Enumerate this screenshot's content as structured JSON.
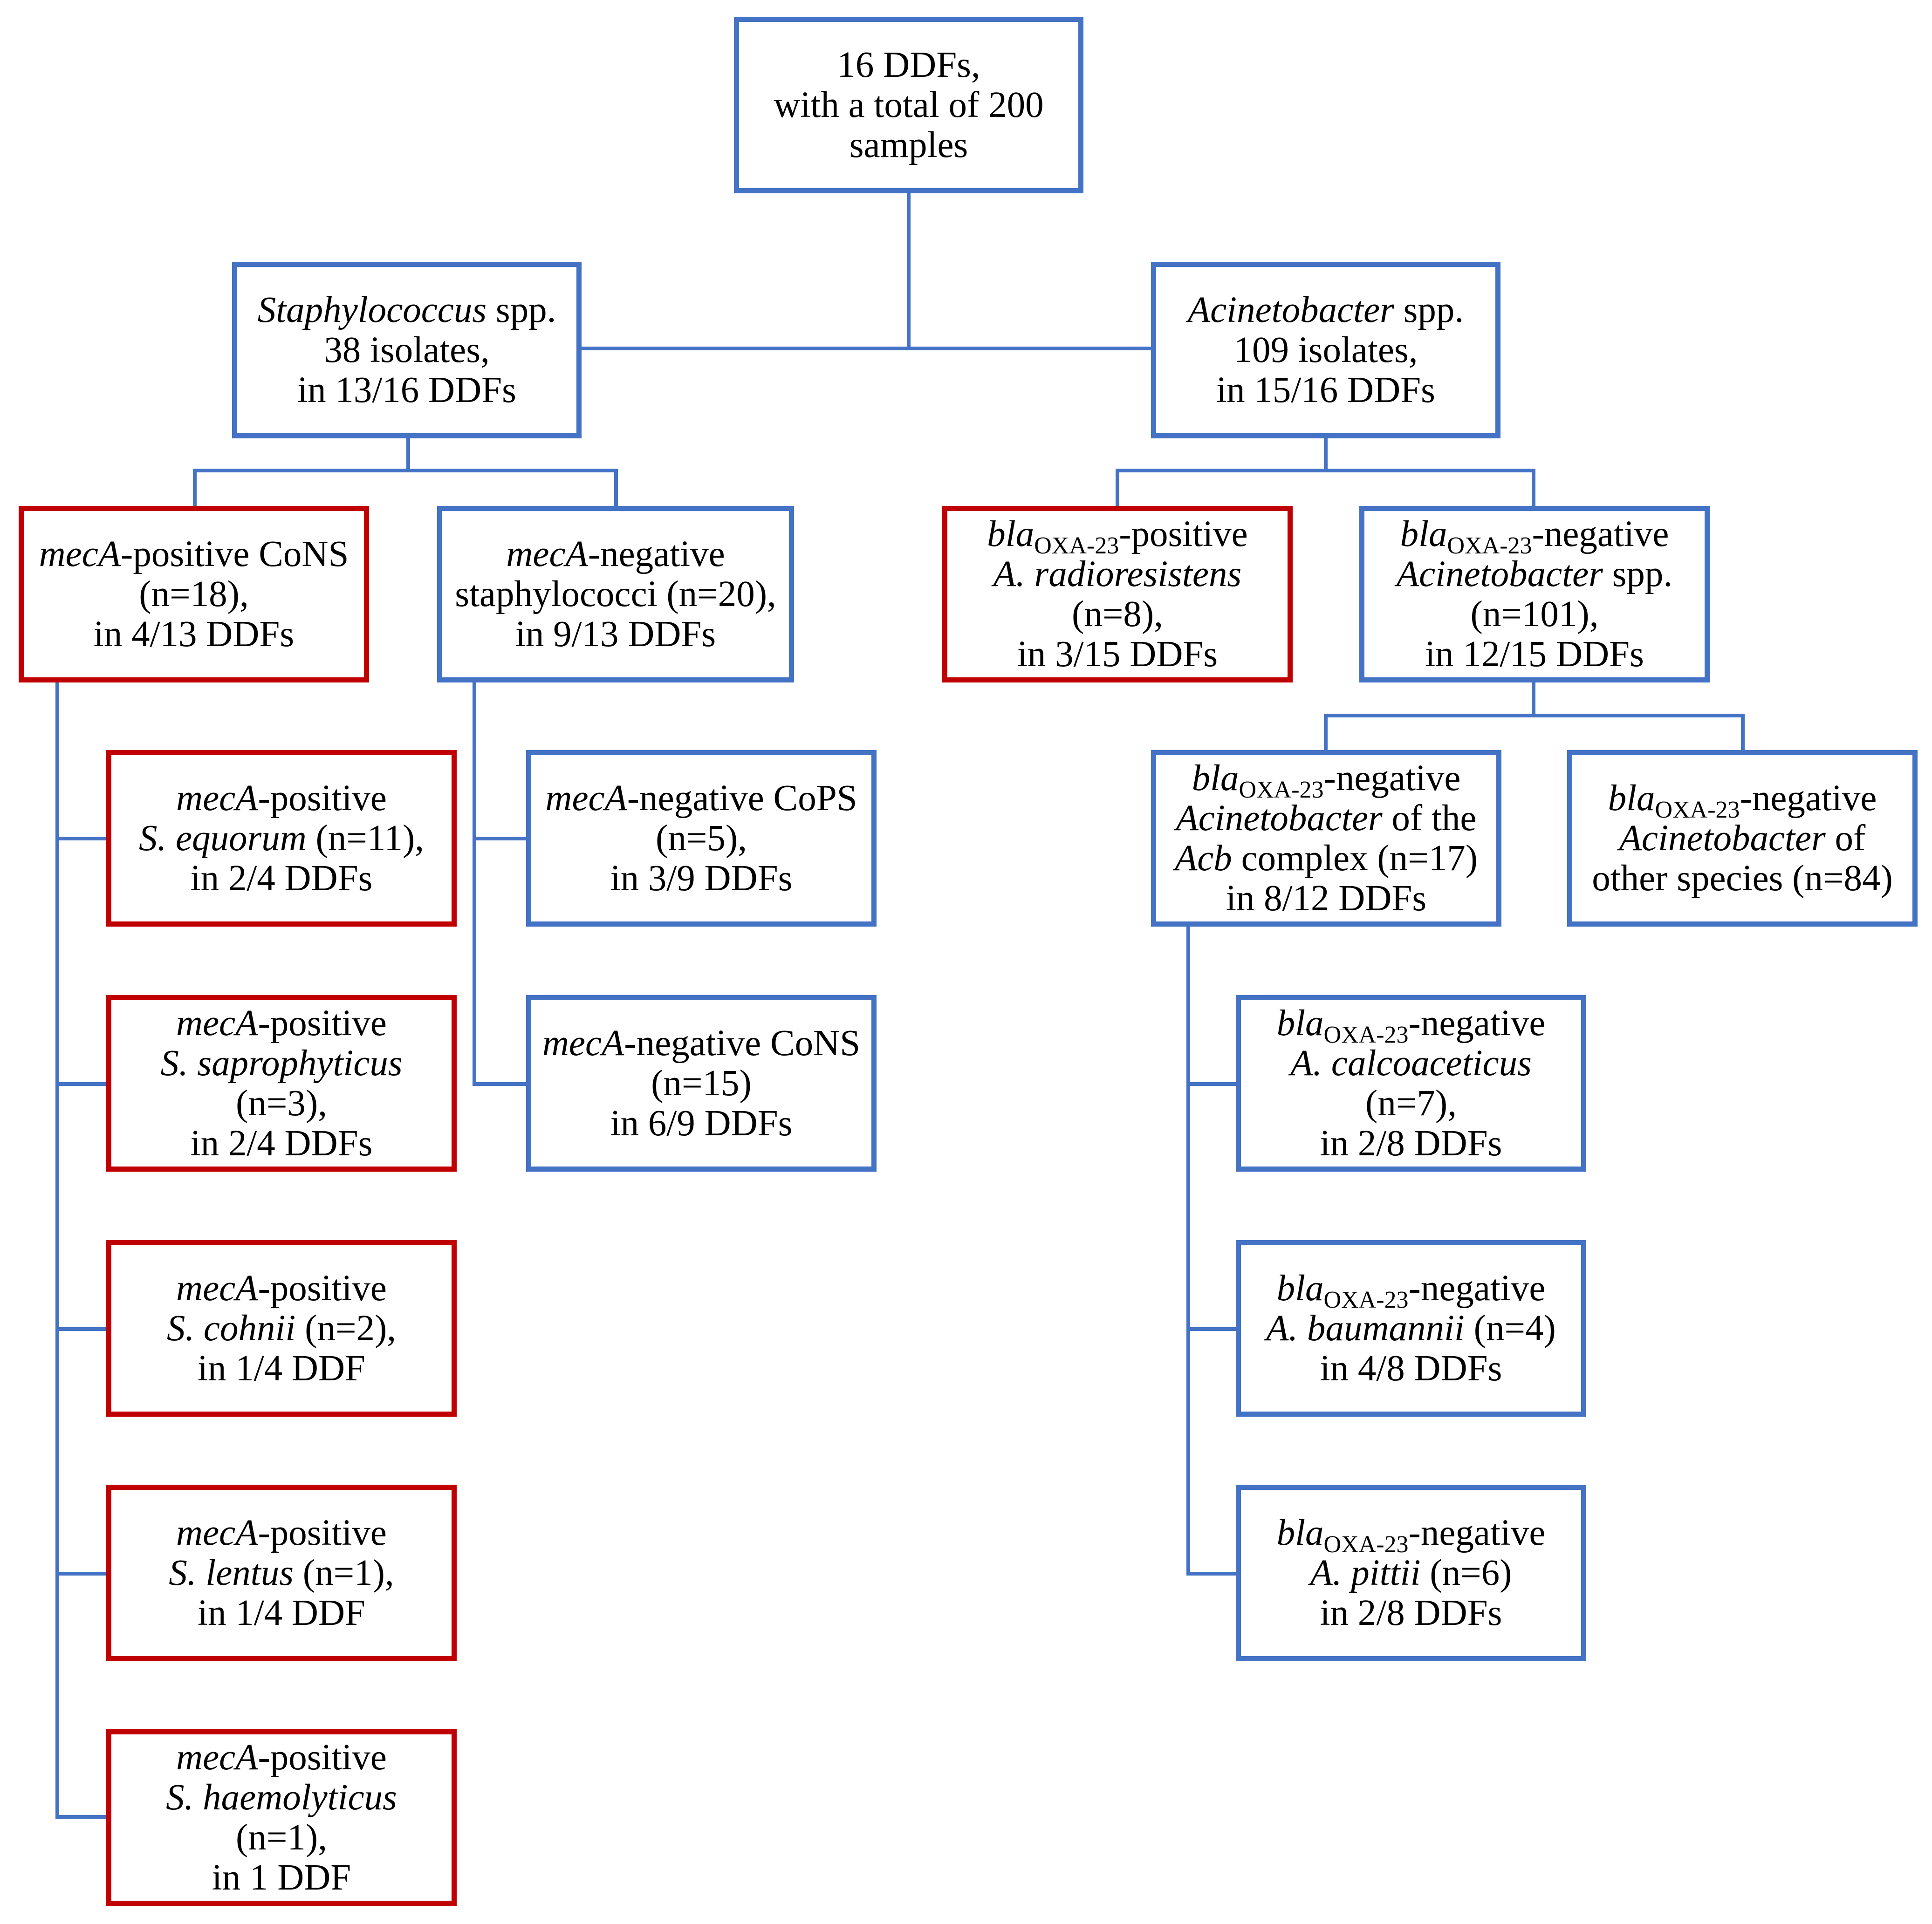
{
  "colors": {
    "blue_border": "#4472C4",
    "red_border": "#C00000",
    "connector": "#4472C4"
  },
  "nodes": {
    "root": {
      "lines": [
        [
          {
            "t": "16 DDFs,"
          }
        ],
        [
          {
            "t": "with a total of 200"
          }
        ],
        [
          {
            "t": "samples"
          }
        ]
      ]
    },
    "staph": {
      "lines": [
        [
          {
            "t": "Staphylococcus",
            "i": true
          },
          {
            "t": " spp."
          }
        ],
        [
          {
            "t": "38 isolates,"
          }
        ],
        [
          {
            "t": "in 13/16 DDFs"
          }
        ]
      ]
    },
    "acin": {
      "lines": [
        [
          {
            "t": "Acinetobacter",
            "i": true
          },
          {
            "t": " spp."
          }
        ],
        [
          {
            "t": "109 isolates,"
          }
        ],
        [
          {
            "t": "in 15/16 DDFs"
          }
        ]
      ]
    },
    "meca_pos_cons": {
      "lines": [
        [
          {
            "t": "mecA",
            "i": true
          },
          {
            "t": "-positive CoNS"
          }
        ],
        [
          {
            "t": "(n=18),"
          }
        ],
        [
          {
            "t": "in 4/13 DDFs"
          }
        ]
      ]
    },
    "meca_neg_staph": {
      "lines": [
        [
          {
            "t": "mecA",
            "i": true
          },
          {
            "t": "-negative"
          }
        ],
        [
          {
            "t": "staphylococci (n=20),"
          }
        ],
        [
          {
            "t": "in 9/13 DDFs"
          }
        ]
      ]
    },
    "s_equorum": {
      "lines": [
        [
          {
            "t": "mecA",
            "i": true
          },
          {
            "t": "-positive"
          }
        ],
        [
          {
            "t": "S. equorum",
            "i": true
          },
          {
            "t": " (n=11),"
          }
        ],
        [
          {
            "t": "in 2/4 DDFs"
          }
        ]
      ]
    },
    "s_saprophyticus": {
      "lines": [
        [
          {
            "t": "mecA",
            "i": true
          },
          {
            "t": "-positive"
          }
        ],
        [
          {
            "t": "S. saprophyticus",
            "i": true
          }
        ],
        [
          {
            "t": "(n=3),"
          }
        ],
        [
          {
            "t": "in 2/4 DDFs"
          }
        ]
      ]
    },
    "s_cohnii": {
      "lines": [
        [
          {
            "t": "mecA",
            "i": true
          },
          {
            "t": "-positive"
          }
        ],
        [
          {
            "t": "S. cohnii",
            "i": true
          },
          {
            "t": " (n=2),"
          }
        ],
        [
          {
            "t": "in 1/4 DDF"
          }
        ]
      ]
    },
    "s_lentus": {
      "lines": [
        [
          {
            "t": "mecA",
            "i": true
          },
          {
            "t": "-positive"
          }
        ],
        [
          {
            "t": "S. lentus",
            "i": true
          },
          {
            "t": " (n=1),"
          }
        ],
        [
          {
            "t": "in 1/4 DDF"
          }
        ]
      ]
    },
    "s_haemolyticus": {
      "lines": [
        [
          {
            "t": "mecA",
            "i": true
          },
          {
            "t": "-positive"
          }
        ],
        [
          {
            "t": "S. haemolyticus",
            "i": true
          }
        ],
        [
          {
            "t": "(n=1),"
          }
        ],
        [
          {
            "t": "in 1 DDF"
          }
        ]
      ]
    },
    "meca_neg_cops": {
      "lines": [
        [
          {
            "t": "mecA",
            "i": true
          },
          {
            "t": "-negative CoPS"
          }
        ],
        [
          {
            "t": "(n=5),"
          }
        ],
        [
          {
            "t": "in 3/9 DDFs"
          }
        ]
      ]
    },
    "meca_neg_cons": {
      "lines": [
        [
          {
            "t": "mecA",
            "i": true
          },
          {
            "t": "-negative CoNS"
          }
        ],
        [
          {
            "t": "(n=15)"
          }
        ],
        [
          {
            "t": "in 6/9 DDFs"
          }
        ]
      ]
    },
    "bla_pos_radio": {
      "lines": [
        [
          {
            "t": "bla",
            "i": true
          },
          {
            "t": "OXA-23",
            "sub": true
          },
          {
            "t": "-positive"
          }
        ],
        [
          {
            "t": "A. radioresistens",
            "i": true
          }
        ],
        [
          {
            "t": "(n=8),"
          }
        ],
        [
          {
            "t": "in 3/15 DDFs"
          }
        ]
      ]
    },
    "bla_neg_acin": {
      "lines": [
        [
          {
            "t": "bla",
            "i": true
          },
          {
            "t": "OXA-23",
            "sub": true
          },
          {
            "t": "-negative"
          }
        ],
        [
          {
            "t": "Acinetobacter",
            "i": true
          },
          {
            "t": " spp."
          }
        ],
        [
          {
            "t": "(n=101),"
          }
        ],
        [
          {
            "t": "in 12/15 DDFs"
          }
        ]
      ]
    },
    "bla_neg_acb": {
      "lines": [
        [
          {
            "t": "bla",
            "i": true
          },
          {
            "t": "OXA-23",
            "sub": true
          },
          {
            "t": "-negative"
          }
        ],
        [
          {
            "t": "Acinetobacter",
            "i": true
          },
          {
            "t": " of the"
          }
        ],
        [
          {
            "t": "Acb",
            "i": true
          },
          {
            "t": " complex (n=17)"
          }
        ],
        [
          {
            "t": "in 8/12 DDFs"
          }
        ]
      ]
    },
    "bla_neg_other": {
      "lines": [
        [
          {
            "t": "bla",
            "i": true
          },
          {
            "t": "OXA-23",
            "sub": true
          },
          {
            "t": "-negative"
          }
        ],
        [
          {
            "t": "Acinetobacter",
            "i": true
          },
          {
            "t": " of"
          }
        ],
        [
          {
            "t": "other species (n=84)"
          }
        ]
      ]
    },
    "a_calco": {
      "lines": [
        [
          {
            "t": "bla",
            "i": true
          },
          {
            "t": "OXA-23",
            "sub": true
          },
          {
            "t": "-negative"
          }
        ],
        [
          {
            "t": "A. calcoaceticus",
            "i": true
          }
        ],
        [
          {
            "t": "(n=7),"
          }
        ],
        [
          {
            "t": "in 2/8 DDFs"
          }
        ]
      ]
    },
    "a_baum": {
      "lines": [
        [
          {
            "t": "bla",
            "i": true
          },
          {
            "t": "OXA-23",
            "sub": true
          },
          {
            "t": "-negative"
          }
        ],
        [
          {
            "t": "A. baumannii",
            "i": true
          },
          {
            "t": " (n=4)"
          }
        ],
        [
          {
            "t": "in 4/8 DDFs"
          }
        ]
      ]
    },
    "a_pittii": {
      "lines": [
        [
          {
            "t": "bla",
            "i": true
          },
          {
            "t": "OXA-23",
            "sub": true
          },
          {
            "t": "-negative"
          }
        ],
        [
          {
            "t": "A. pittii",
            "i": true
          },
          {
            "t": " (n=6)"
          }
        ],
        [
          {
            "t": "in 2/8 DDFs"
          }
        ]
      ]
    }
  }
}
